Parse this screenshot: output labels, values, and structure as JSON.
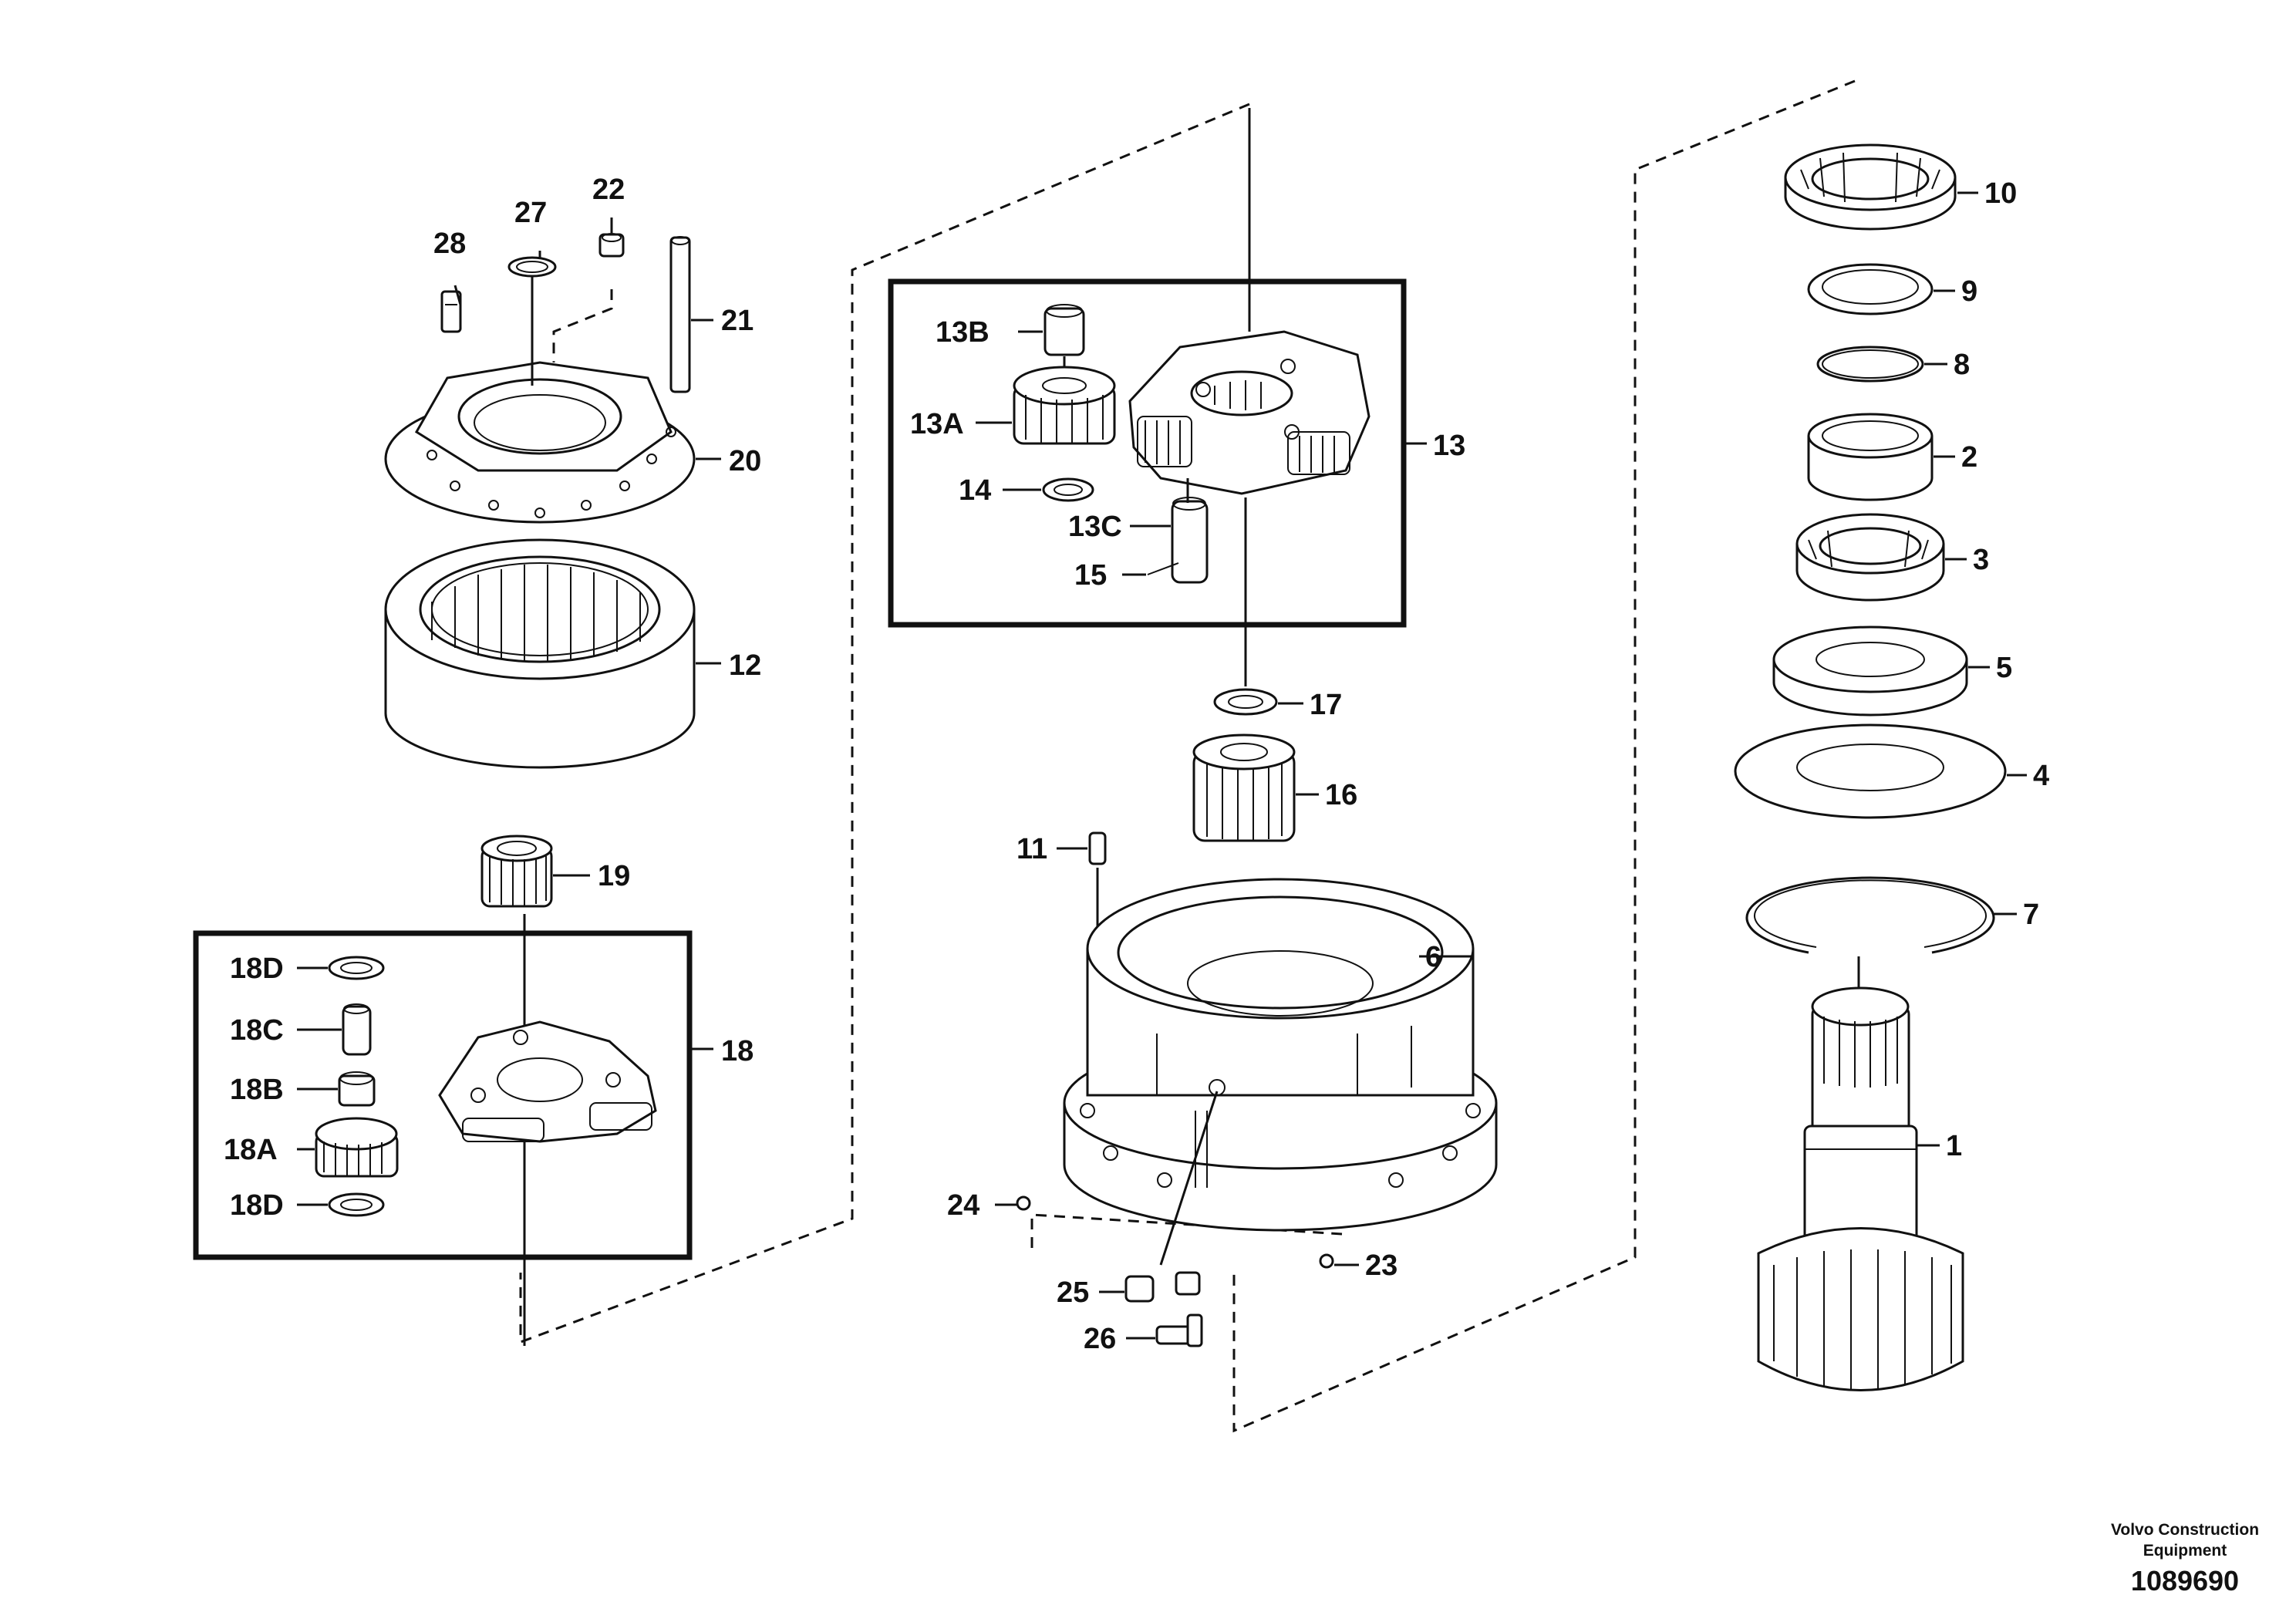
{
  "labels": {
    "p1": "1",
    "p2": "2",
    "p3": "3",
    "p4": "4",
    "p5": "5",
    "p6": "6",
    "p7": "7",
    "p8": "8",
    "p9": "9",
    "p10": "10",
    "p11": "11",
    "p12": "12",
    "p13": "13",
    "p13a": "13A",
    "p13b": "13B",
    "p13c": "13C",
    "p14": "14",
    "p15": "15",
    "p16": "16",
    "p17": "17",
    "p18": "18",
    "p18a": "18A",
    "p18b": "18B",
    "p18c": "18C",
    "p18d_top": "18D",
    "p18d_bottom": "18D",
    "p19": "19",
    "p20": "20",
    "p21": "21",
    "p22": "22",
    "p23": "23",
    "p24": "24",
    "p25": "25",
    "p26": "26",
    "p27": "27",
    "p28": "28"
  },
  "credit": {
    "line1": "Volvo Construction",
    "line2": "Equipment",
    "number": "1089690"
  }
}
